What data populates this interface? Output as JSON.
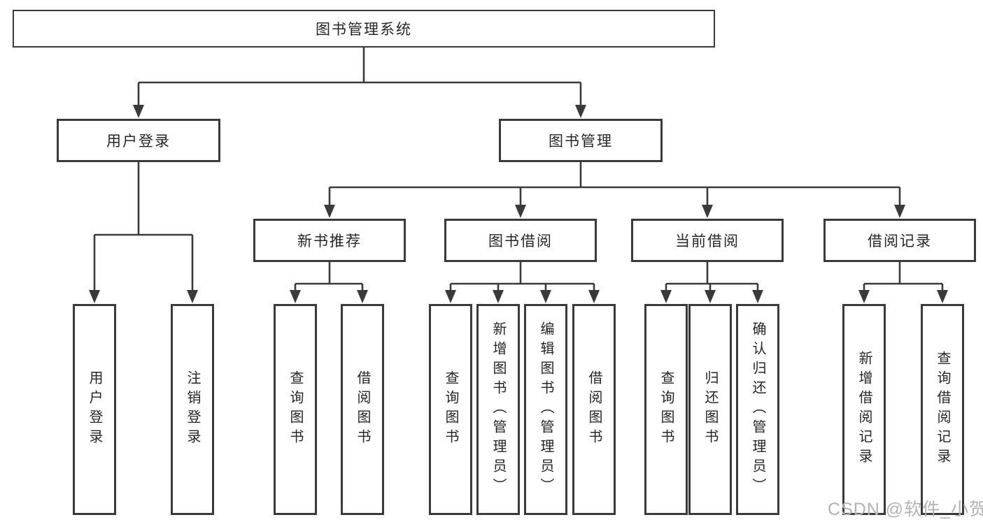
{
  "title_box": {
    "label": "图书管理系统"
  },
  "level2": [
    {
      "label": "用户登录"
    },
    {
      "label": "图书管理"
    }
  ],
  "level3": [
    {
      "label": "新书推荐"
    },
    {
      "label": "图书借阅"
    },
    {
      "label": "当前借阅"
    },
    {
      "label": "借阅记录"
    }
  ],
  "leaves": {
    "user_login": [
      {
        "label": "用户登录"
      },
      {
        "label": "注销登录"
      }
    ],
    "new_book_recommend": [
      {
        "label": "查询图书"
      },
      {
        "label": "借阅图书"
      }
    ],
    "book_borrowing": [
      {
        "label": "查询图书"
      },
      {
        "label": "新增图书（管理员）"
      },
      {
        "label": "编辑图书（管理员）"
      },
      {
        "label": "借阅图书"
      }
    ],
    "current_borrowing": [
      {
        "label": "查询图书"
      },
      {
        "label": "归还图书"
      },
      {
        "label": "确认归还（管理员）"
      }
    ],
    "borrowing_records": [
      {
        "label": "新增借阅记录"
      },
      {
        "label": "查询借阅记录"
      }
    ]
  },
  "watermark": "CSDN @软件_小贺同学",
  "colors": {
    "line": "#3a3a3a",
    "text": "#262626",
    "watermark": "#b3b3b3",
    "background": "#ffffff"
  }
}
